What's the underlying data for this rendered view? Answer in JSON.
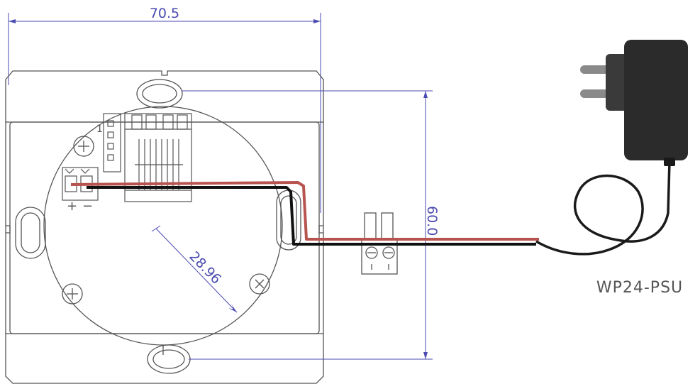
{
  "dimensions": {
    "width": "70.5",
    "height": "60.0",
    "diagonal": "28.96"
  },
  "terminal_block": {
    "pin_label": "1",
    "polarity_plus": "+",
    "polarity_minus": "−"
  },
  "power_supply": {
    "label": "WP24-PSU"
  },
  "colors": {
    "dimension_line": "#4a4ab0",
    "outline": "#555555",
    "wire_positive": "#b85450",
    "wire_negative": "#111111",
    "psu_body": "#2b2b2b",
    "label_text": "#555555"
  }
}
